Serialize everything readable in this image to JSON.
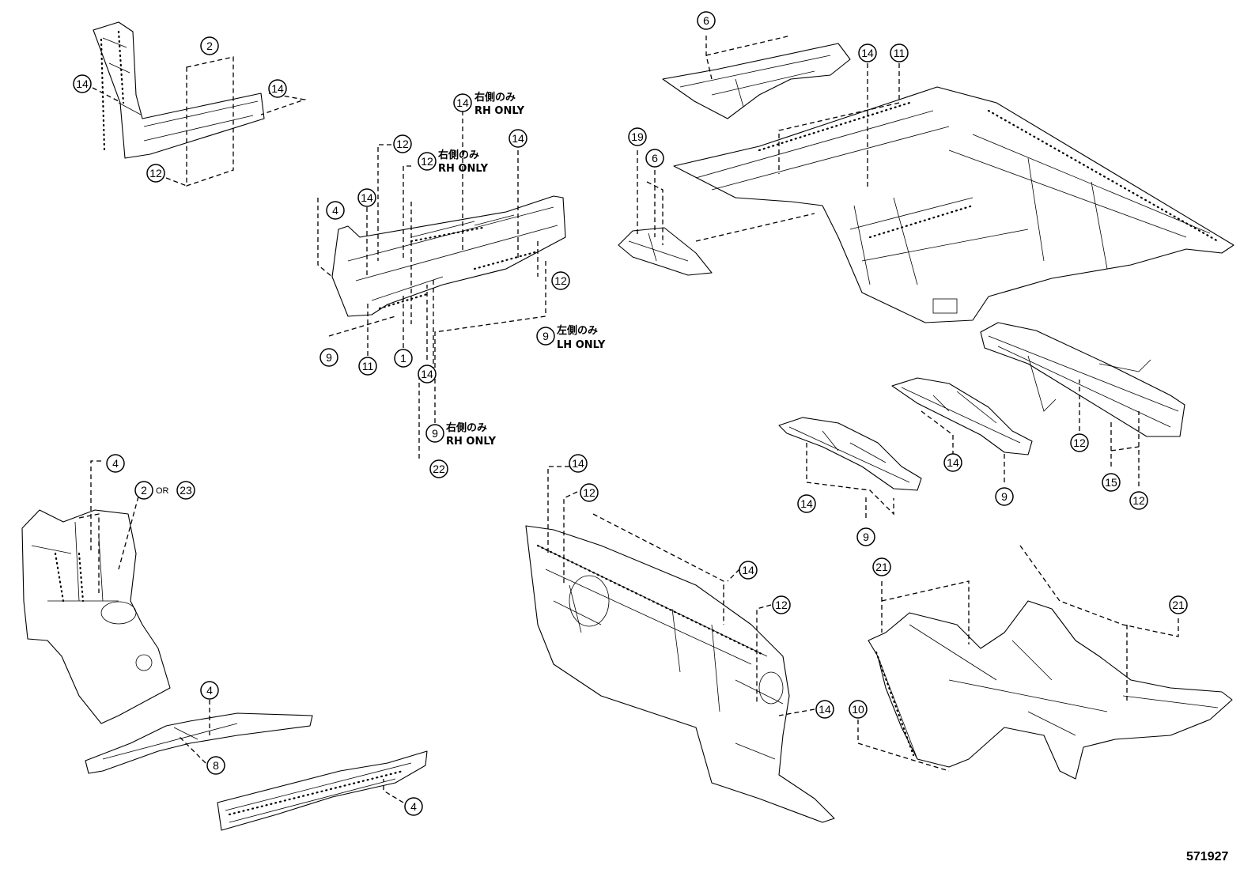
{
  "diagram_id": "571927",
  "connector_text": "OR",
  "callouts": {
    "c14_a": "14",
    "c2_a": "2",
    "c14_b": "14",
    "c12_a": "12",
    "c14_c": "14",
    "c12_b": "12",
    "c14_d": "14",
    "c12_c": "12",
    "c4_a": "4",
    "c14_e": "14",
    "c12_d": "12",
    "c9_a": "9",
    "c11_a": "11",
    "c1": "1",
    "c14_f": "14",
    "c9_b": "9",
    "c9_c": "9",
    "c22": "22",
    "c6_a": "6",
    "c14_g": "14",
    "c11_b": "11",
    "c19": "19",
    "c6_b": "6",
    "c12_e": "12",
    "c15": "15",
    "c12_f": "12",
    "c14_h": "14",
    "c9_d": "9",
    "c14_i": "14",
    "c9_e": "9",
    "c4_b": "4",
    "c2_b": "2",
    "c23": "23",
    "c4_c": "4",
    "c8": "8",
    "c4_d": "4",
    "c14_j": "14",
    "c12_g": "12",
    "c14_k": "14",
    "c12_h": "12",
    "c14_l": "14",
    "c21_a": "21",
    "c21_b": "21",
    "c10": "10"
  },
  "notes": {
    "n1_jp": "右側のみ",
    "n1_en": "RH ONLY",
    "n2_jp": "右側のみ",
    "n2_en": "RH ONLY",
    "n3_jp": "左側のみ",
    "n3_en": "LH ONLY",
    "n4_jp": "右側のみ",
    "n4_en": "RH ONLY"
  }
}
